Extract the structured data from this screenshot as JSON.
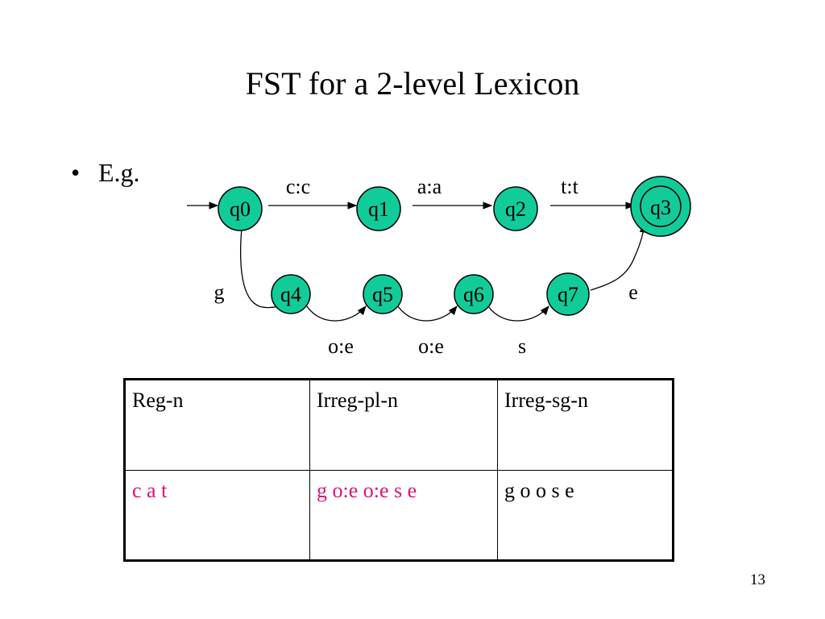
{
  "title": "FST for a 2-level Lexicon",
  "bullet": {
    "glyph": "•",
    "text": "E.g."
  },
  "colors": {
    "state_fill": "#11cc99",
    "highlight": "#e0107a"
  },
  "fst": {
    "states": [
      {
        "id": "q0",
        "label": "q0",
        "final": false,
        "start": true
      },
      {
        "id": "q1",
        "label": "q1",
        "final": false
      },
      {
        "id": "q2",
        "label": "q2",
        "final": false
      },
      {
        "id": "q3",
        "label": "q3",
        "final": true
      },
      {
        "id": "q4",
        "label": "q4",
        "final": false
      },
      {
        "id": "q5",
        "label": "q5",
        "final": false
      },
      {
        "id": "q6",
        "label": "q6",
        "final": false
      },
      {
        "id": "q7",
        "label": "q7",
        "final": false
      }
    ],
    "transitions": [
      {
        "from": "q0",
        "to": "q1",
        "label": "c:c"
      },
      {
        "from": "q1",
        "to": "q2",
        "label": "a:a"
      },
      {
        "from": "q2",
        "to": "q3",
        "label": "t:t"
      },
      {
        "from": "q0",
        "to": "q4",
        "label": "g"
      },
      {
        "from": "q4",
        "to": "q5",
        "label": "o:e"
      },
      {
        "from": "q5",
        "to": "q6",
        "label": "o:e"
      },
      {
        "from": "q6",
        "to": "q7",
        "label": "s"
      },
      {
        "from": "q7",
        "to": "q3",
        "label": "e"
      }
    ]
  },
  "table": {
    "headers": [
      "Reg-n",
      "Irreg-pl-n",
      "Irreg-sg-n"
    ],
    "row": [
      {
        "text": "c a t",
        "highlight": true
      },
      {
        "text": "g o:e o:e s e",
        "highlight": true
      },
      {
        "text": "g o o s e",
        "highlight": false
      }
    ]
  },
  "page_number": "13"
}
